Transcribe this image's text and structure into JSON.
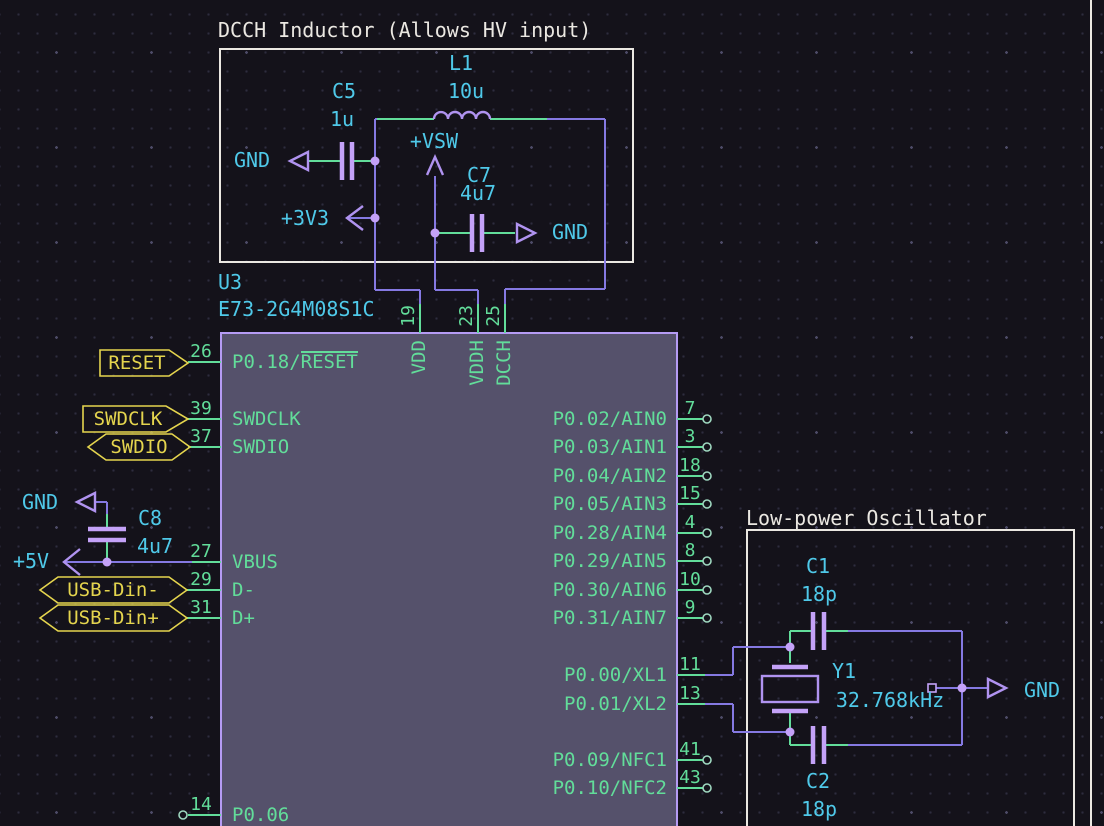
{
  "titles": {
    "dcch_box": "DCCH Inductor (Allows HV input)",
    "osc_box": "Low-power Oscillator"
  },
  "chip": {
    "ref": "U3",
    "value": "E73-2G4M08S1C",
    "top_pins": [
      {
        "num": "19",
        "name": "VDD"
      },
      {
        "num": "23",
        "name": "VDDH"
      },
      {
        "num": "25",
        "name": "DCCH"
      }
    ],
    "left_pins": [
      {
        "num": "26",
        "name": "P0.18/",
        "bar": "RESET"
      },
      {
        "num": "39",
        "name": "SWDCLK"
      },
      {
        "num": "37",
        "name": "SWDIO"
      },
      {
        "num": "27",
        "name": "VBUS"
      },
      {
        "num": "29",
        "name": "D-"
      },
      {
        "num": "31",
        "name": "D+"
      },
      {
        "num": "14",
        "name": "P0.06"
      }
    ],
    "right_pins": [
      {
        "num": "7",
        "name": "P0.02/AIN0"
      },
      {
        "num": "3",
        "name": "P0.03/AIN1"
      },
      {
        "num": "18",
        "name": "P0.04/AIN2"
      },
      {
        "num": "15",
        "name": "P0.05/AIN3"
      },
      {
        "num": "4",
        "name": "P0.28/AIN4"
      },
      {
        "num": "8",
        "name": "P0.29/AIN5"
      },
      {
        "num": "10",
        "name": "P0.30/AIN6"
      },
      {
        "num": "9",
        "name": "P0.31/AIN7"
      },
      {
        "num": "11",
        "name": "P0.00/XL1"
      },
      {
        "num": "13",
        "name": "P0.01/XL2"
      },
      {
        "num": "41",
        "name": "P0.09/NFC1"
      },
      {
        "num": "43",
        "name": "P0.10/NFC2"
      }
    ]
  },
  "components": {
    "l1": {
      "ref": "L1",
      "value": "10u"
    },
    "c5": {
      "ref": "C5",
      "value": "1u"
    },
    "c7": {
      "ref": "C7",
      "value": "4u7"
    },
    "c8": {
      "ref": "C8",
      "value": "4u7"
    },
    "c1": {
      "ref": "C1",
      "value": "18p"
    },
    "c2": {
      "ref": "C2",
      "value": "18p"
    },
    "y1": {
      "ref": "Y1",
      "value": "32.768kHz"
    }
  },
  "power": {
    "gnd": "GND",
    "vsw": "+VSW",
    "v33": "+3V3",
    "v5": "+5V"
  },
  "global_labels": {
    "reset": "RESET",
    "swdclk": "SWDCLK",
    "swdio": "SWDIO",
    "usb_dm": "USB-Din-",
    "usb_dp": "USB-Din+"
  },
  "colors": {
    "bg": "#14121a",
    "wire": "#8579e2",
    "green": "#62dd9a",
    "symbol": "#b093f0",
    "plate": "#c4a2f8",
    "cyan": "#4fc9e9",
    "yellow": "#e5d54e",
    "white": "#ebe8e2",
    "chip_fill": "#55516b",
    "chip_border": "#b59bf4"
  }
}
